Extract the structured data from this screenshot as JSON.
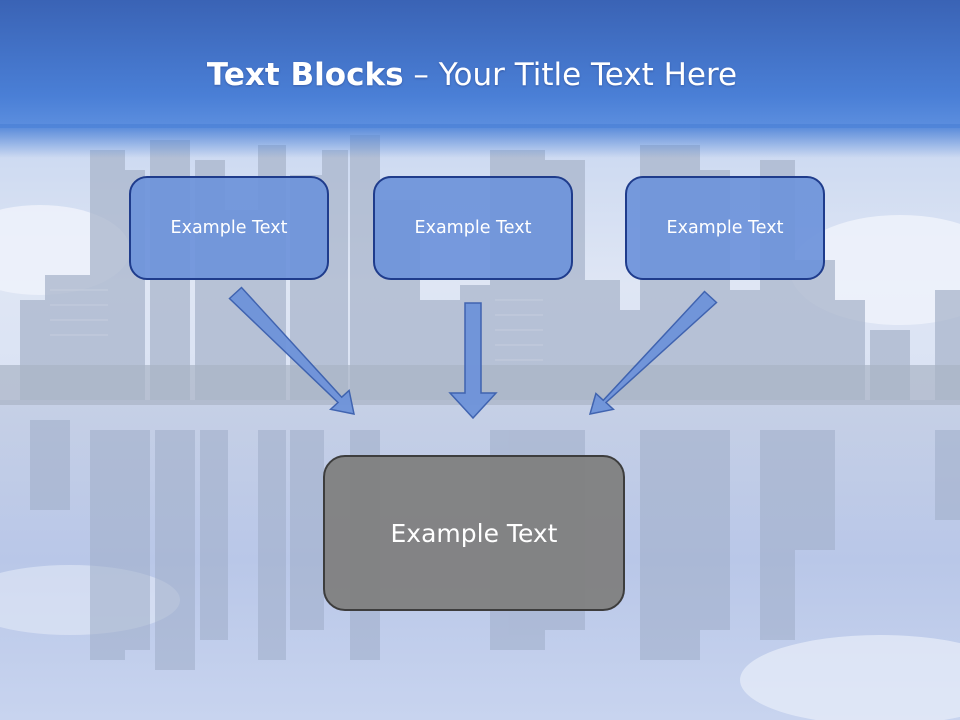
{
  "title": {
    "bold": "Text Blocks",
    "separator": " – ",
    "rest": "Your Title Text Here"
  },
  "top_boxes": [
    {
      "label": "Example Text"
    },
    {
      "label": "Example Text"
    },
    {
      "label": "Example Text"
    }
  ],
  "bottom_box": {
    "label": "Example Text"
  },
  "colors": {
    "header_top": "#3d66b8",
    "header_bottom": "#4f84d8",
    "box_fill": "#6e93da",
    "box_border": "#1f3c8c",
    "arrow_fill": "#6e93da",
    "arrow_stroke": "#3a5fae",
    "center_box_fill": "#808080",
    "center_box_border": "#3d3d3d"
  }
}
